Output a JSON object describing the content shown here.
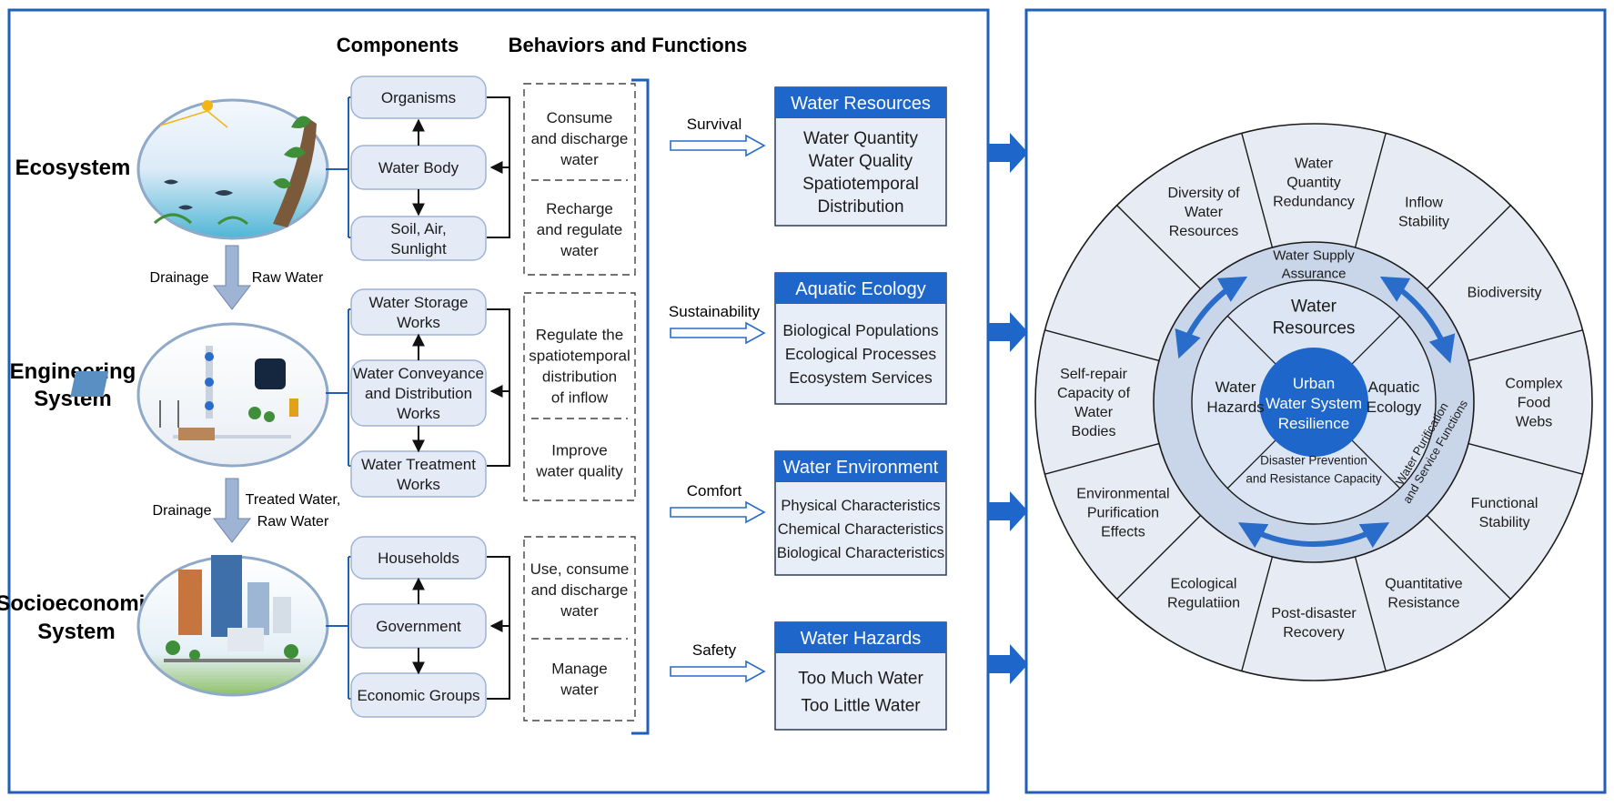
{
  "headers": {
    "components": "Components",
    "behaviors": "Behaviors and Functions"
  },
  "systems": [
    {
      "lines": [
        "Ecosystem"
      ]
    },
    {
      "lines": [
        "Engineering",
        "System"
      ]
    },
    {
      "lines": [
        "Socioeconomic",
        "System"
      ]
    }
  ],
  "flows": [
    {
      "left": "Drainage",
      "right": [
        "Raw Water"
      ]
    },
    {
      "left": "Drainage",
      "right": [
        "Treated Water,",
        "Raw Water"
      ]
    }
  ],
  "components": [
    [
      "Organisms"
    ],
    [
      "Water Body"
    ],
    [
      "Soil, Air,",
      "Sunlight"
    ],
    [
      "Water Storage",
      "Works"
    ],
    [
      "Water Conveyance",
      "and Distribution",
      "Works"
    ],
    [
      "Water Treatment",
      "Works"
    ],
    [
      "Households"
    ],
    [
      "Government"
    ],
    [
      "Economic Groups"
    ]
  ],
  "behaviors": [
    [
      "Consume",
      "and discharge",
      "water"
    ],
    [
      "Recharge",
      "and regulate",
      "water"
    ],
    [
      "Regulate the",
      "spatiotemporal",
      "distribution",
      "of inflow"
    ],
    [
      "Improve",
      "water quality"
    ],
    [
      "Use, consume",
      "and discharge",
      "water"
    ],
    [
      "Manage",
      "water"
    ]
  ],
  "needs": [
    "Survival",
    "Sustainability",
    "Comfort",
    "Safety"
  ],
  "outcomes": [
    {
      "title": "Water Resources",
      "items": [
        "Water Quantity",
        "Water Quality",
        "Spatiotemporal",
        "Distribution"
      ]
    },
    {
      "title": "Aquatic Ecology",
      "items": [
        "Biological Populations",
        "Ecological Processes",
        "Ecosystem Services"
      ]
    },
    {
      "title": "Water Environment",
      "items": [
        "Physical Characteristics",
        "Chemical Characteristics",
        "Biological Characteristics"
      ]
    },
    {
      "title": "Water Hazards",
      "items": [
        "Too Much Water",
        "Too Little Water"
      ]
    }
  ],
  "wheel": {
    "center": [
      "Urban",
      "Water System",
      "Resilience"
    ],
    "quadrants": {
      "top": [
        "Water",
        "Resources"
      ],
      "left": [
        "Water",
        "Hazards"
      ],
      "right": [
        "Aquatic",
        "Ecology"
      ],
      "bottom": [
        "Disaster Prevention",
        "and Resistance Capacity"
      ]
    },
    "ring_labels": {
      "top": [
        "Water Supply",
        "Assurance"
      ],
      "right": [
        "Water Purification",
        "and Service Functions"
      ]
    },
    "outer_segments": [
      [
        "Water",
        "Quantity",
        "Redundancy"
      ],
      [
        "Inflow",
        "Stability"
      ],
      [
        "Biodiversity"
      ],
      [
        "Complex",
        "Food",
        "Webs"
      ],
      [
        "Functional",
        "Stability"
      ],
      [
        "Quantitative",
        "Resistance"
      ],
      [
        "Post-disaster",
        "Recovery"
      ],
      [
        "Ecological",
        "Regulatiion"
      ],
      [
        "Environmental",
        "Purification",
        "Effects"
      ],
      [
        "Self-repair",
        "Capacity of",
        "Water",
        "Bodies"
      ],
      [],
      [
        "Diversity of",
        "Water",
        "Resources"
      ]
    ]
  },
  "colors": {
    "frame": "#1f5fb8",
    "accent": "#1e66c9",
    "box_fill": "#e8eef8",
    "pill_fill": "#e4ebf7",
    "pill_stroke": "#9fb3d4",
    "wheel_outer": "#e7ebf3",
    "wheel_ring": "#c9d6ea",
    "wheel_inner": "#dbe5f3"
  }
}
